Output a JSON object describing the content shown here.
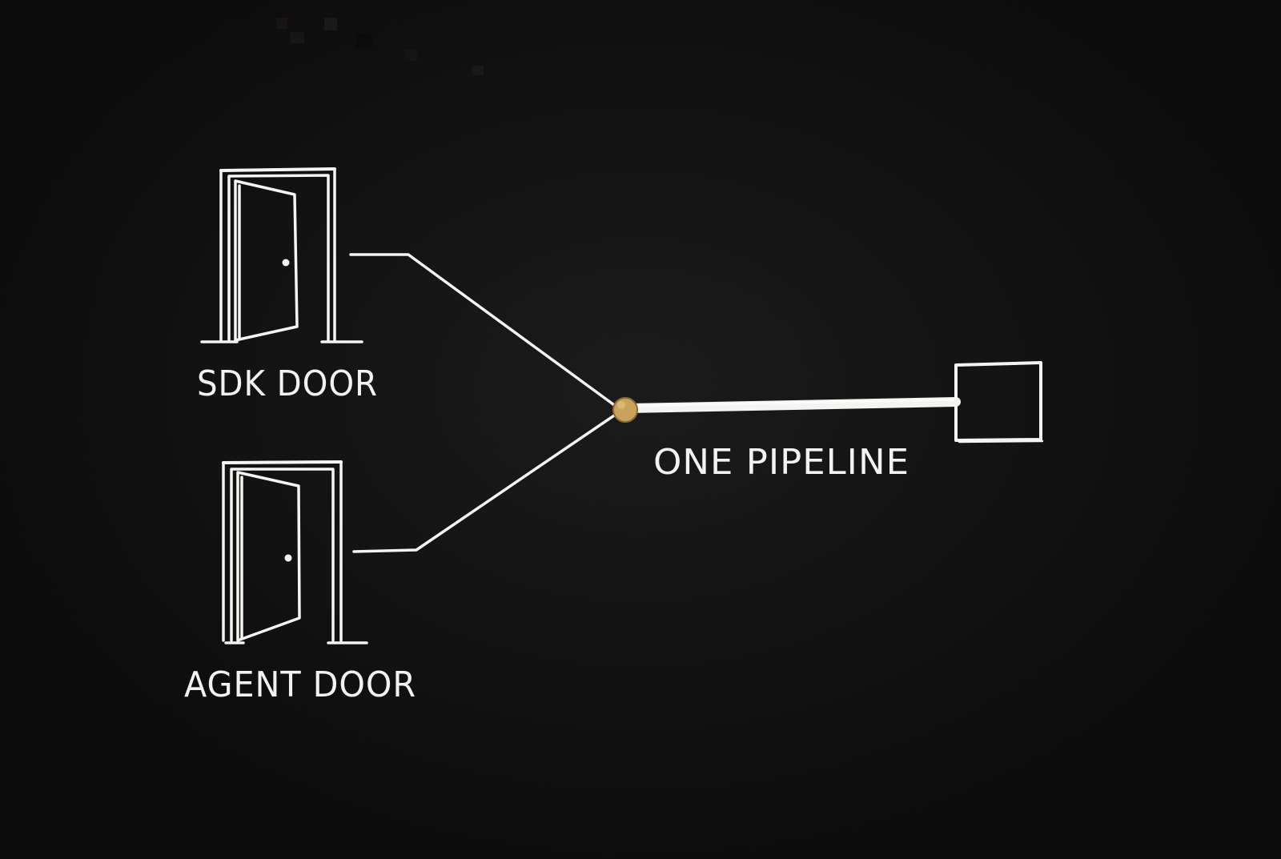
{
  "doors": [
    {
      "id": "sdk",
      "label": "SDK DOOR"
    },
    {
      "id": "agent",
      "label": "AGENT DOOR"
    }
  ],
  "pipeline": {
    "label": "ONE PIPELINE",
    "junction_color": "#c9a35a"
  },
  "colors": {
    "board": "#121212",
    "chalk": "#f4f4f2",
    "junction": "#c9a35a"
  }
}
